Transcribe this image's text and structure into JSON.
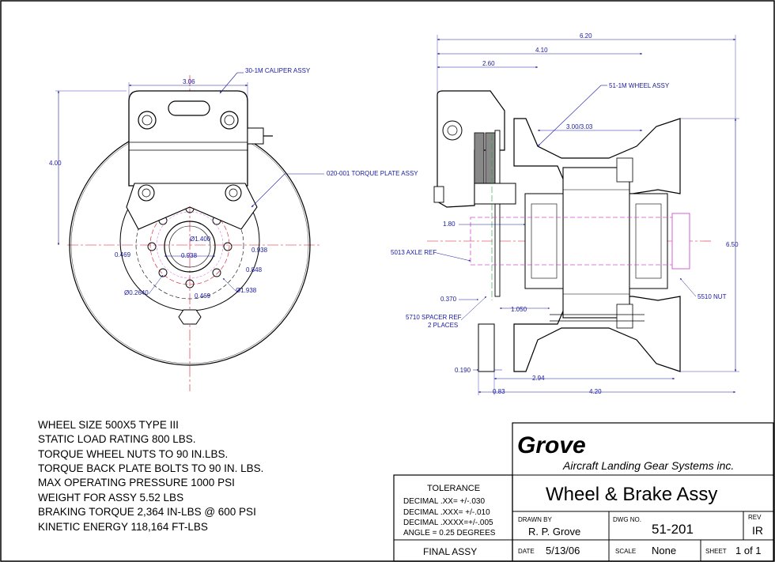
{
  "colors": {
    "dimension": "#1a1aa0",
    "centerline": "#e0102a",
    "hidden": "#d050d0",
    "reference": "#20a040",
    "line": "#000000"
  },
  "front_view": {
    "caliper_label": "30-1M CALIPER ASSY",
    "torque_plate_label": "020-001 TORQUE PLATE ASSY",
    "dim_width": "3.06",
    "dim_height": "4.00",
    "dim_bore": "Ø1.400",
    "dim_bolt_pitch": "0.938",
    "dim_left": "0.469",
    "dim_right_938": "0.938",
    "dim_848": "0.848",
    "dim_hole": "Ø0.2640",
    "dim_bottom": "0.469",
    "dim_circle": "Ø1.938"
  },
  "side_view": {
    "dim_overall": "6.20",
    "dim_410": "4.10",
    "dim_260": "2.60",
    "dim_300": "3.00/3.03",
    "dim_180": "1.80",
    "dim_370": "0.370",
    "dim_1050": "1.050",
    "dim_190": "0.190",
    "dim_294": "2.94",
    "dim_083": "0.83",
    "dim_420": "4.20",
    "dim_650": "6.50",
    "wheel_label": "51-1M WHEEL ASSY",
    "axle_label": "5013 AXLE REF",
    "spacer_label_1": "5710 SPACER REF",
    "spacer_label_2": "2 PLACES",
    "nut_label": "5510 NUT"
  },
  "notes": [
    "WHEEL SIZE 500X5 TYPE III",
    "STATIC LOAD RATING 800 LBS.",
    "TORQUE WHEEL NUTS TO 90 IN.LBS.",
    "TORQUE BACK PLATE BOLTS TO 90 IN. LBS.",
    "MAX OPERATING PRESSURE 1000 PSI",
    "WEIGHT FOR ASSY 5.52 LBS",
    "BRAKING TORQUE 2,364 IN-LBS @ 600 PSI",
    "KINETIC ENERGY 118,164 FT-LBS"
  ],
  "title_block": {
    "company": "Grove",
    "company_sub": "Aircraft Landing Gear Systems inc.",
    "title": "Wheel & Brake Assy",
    "tolerance_header": "TOLERANCE",
    "tolerance_lines": [
      "DECIMAL  .XX=  +/-.030",
      "DECIMAL  .XXX= +/-.010",
      "DECIMAL  .XXXX=+/-.005",
      "ANGLE = 0.25 DEGREES"
    ],
    "final": "FINAL ASSY",
    "drawn_by_label": "DRAWN  BY",
    "drawn_by": "R. P. Grove",
    "dwg_no_label": "DWG  NO.",
    "dwg_no": "51-201",
    "rev_label": "REV",
    "rev": "IR",
    "date_label": "DATE",
    "date": "5/13/06",
    "scale_label": "SCALE",
    "scale": "None",
    "sheet_label": "SHEET",
    "sheet": "1 of 1"
  }
}
